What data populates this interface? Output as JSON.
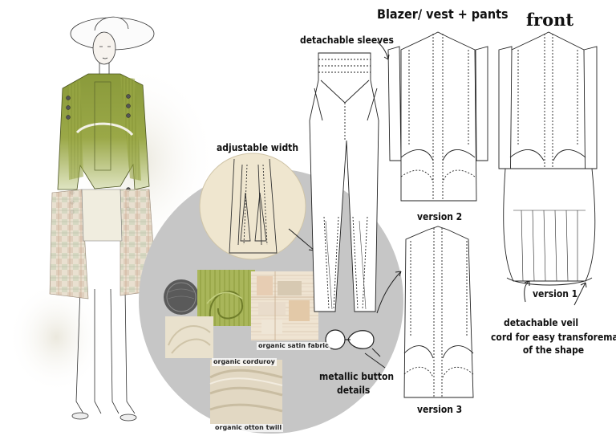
{
  "labels": {
    "title": "Blazer/ vest + pants",
    "front": "front",
    "detachable_sleeves": "detachable sleeves",
    "adjustable_width": "adjustable width",
    "version_2": "version 2",
    "version_3": "version 3",
    "version_1": "version 1",
    "detachable_veil": "detachable veil",
    "cord_line1": "cord for easy transforemation",
    "cord_line2": "of the shape",
    "metallic_button_line1": "metallic button",
    "metallic_button_line2": "details"
  },
  "swatches": {
    "satin": "organic satin fabric",
    "corduroy": "organic corduroy",
    "cotton_twill": "organic otton twill"
  },
  "colors": {
    "olive": "#8a9a3b",
    "olive_light": "#a9b65a",
    "circle_gray": "#c6c6c6",
    "zoom_beige": "#efe6cf",
    "cream": "#e9e1cd",
    "twill": "#e2d8c3",
    "button_gray": "#5a5a5a"
  },
  "icons": {
    "button": "metal-button-icon",
    "ring": "ring-icon",
    "loop": "cord-loop-icon"
  }
}
